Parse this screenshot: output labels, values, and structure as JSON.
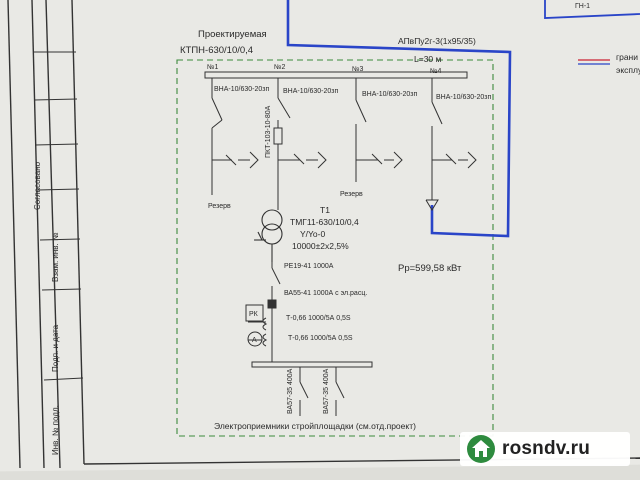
{
  "colors": {
    "paper": "#e8e8e4",
    "ink": "#2b2b2b",
    "dash": "#3c8a3c",
    "cable": "#2a45c8",
    "sheet_shadow": "#b9b9b4"
  },
  "header": {
    "title_line1": "Проектируемая",
    "title_line2": "КТПН-630/10/0,4",
    "cable": "АПвПу2г-3(1х95/35)",
    "length": "L=30 м",
    "corner_label": "ГН-1",
    "legend_line1": "грани",
    "legend_line2": "эксплу"
  },
  "cells": [
    {
      "num": "№1",
      "switch": "ВНА-10/630-20зп",
      "note": "Резерв"
    },
    {
      "num": "№2",
      "switch": "ВНА-10/630-20зп",
      "fuse": "ПКТ-103-10-80А"
    },
    {
      "num": "№3",
      "switch": "ВНА-10/630-20зп",
      "note": "Резерв"
    },
    {
      "num": "№4",
      "switch": "ВНА-10/630-20зп"
    }
  ],
  "transformer": {
    "name": "Т1",
    "type": "ТМГ11-630/10/0,4",
    "group": "Y/Yo-0",
    "voltage": "10000±2х2,5%"
  },
  "lv": {
    "breaker1": "РЕ19-41 1000А",
    "breaker2": "ВА55-41 1000А с эл.расц.",
    "meter": "РК",
    "ammeter": "А",
    "ct1": "Т-0,66 1000/5А 0,5S",
    "ct2": "Т-0,66 1000/5А 0,5S",
    "feeder1": "ВА57-35 400А",
    "feeder2": "ВА57-35 400А",
    "consumers": "Электроприемники стройплощадки (см.отд.проект)"
  },
  "power": "Рр=599,58 кВт",
  "stamp": {
    "col1": "Инв. № подл.",
    "col2": "Подп. и дата",
    "col3": "Взам. инв. №",
    "top": "Согласовано"
  },
  "watermark": {
    "site": "rosndv.ru"
  }
}
